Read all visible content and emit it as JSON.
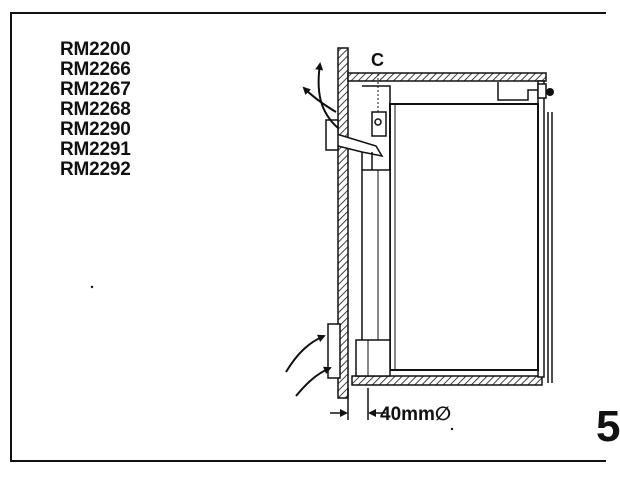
{
  "models": [
    "RM2200",
    "RM2266",
    "RM2267",
    "RM2268",
    "RM2290",
    "RM2291",
    "RM2292"
  ],
  "diagram": {
    "label_c": "C",
    "dimension_label": "40mm∅"
  },
  "page_number": "5"
}
